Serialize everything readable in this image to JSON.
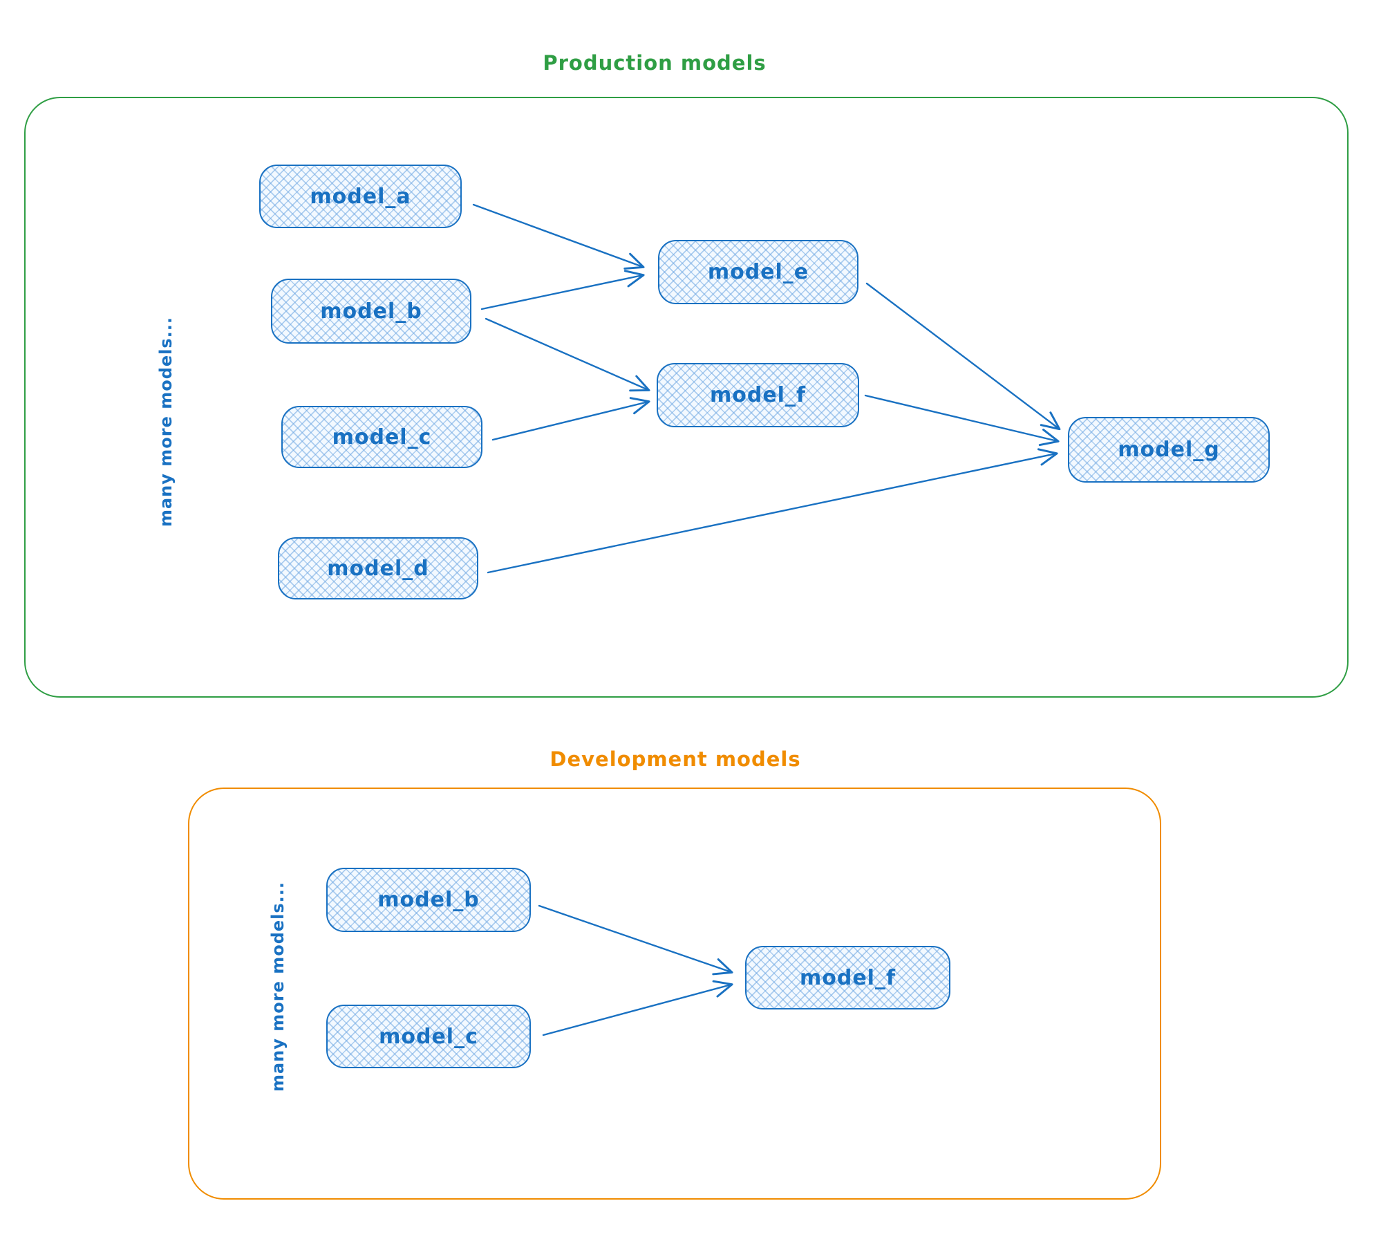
{
  "colors": {
    "node_stroke": "#1971c2",
    "node_fill": "#e7f1fc",
    "arrow": "#1971c2",
    "production_accent": "#2f9e44",
    "development_accent": "#f08c00"
  },
  "production": {
    "title": "Production models",
    "side_label": "many more models...",
    "nodes": [
      {
        "id": "model_a",
        "label": "model_a"
      },
      {
        "id": "model_b",
        "label": "model_b"
      },
      {
        "id": "model_c",
        "label": "model_c"
      },
      {
        "id": "model_d",
        "label": "model_d"
      },
      {
        "id": "model_e",
        "label": "model_e"
      },
      {
        "id": "model_f",
        "label": "model_f"
      },
      {
        "id": "model_g",
        "label": "model_g"
      }
    ],
    "edges": [
      {
        "from": "model_a",
        "to": "model_e"
      },
      {
        "from": "model_b",
        "to": "model_e"
      },
      {
        "from": "model_b",
        "to": "model_f"
      },
      {
        "from": "model_c",
        "to": "model_f"
      },
      {
        "from": "model_e",
        "to": "model_g"
      },
      {
        "from": "model_f",
        "to": "model_g"
      },
      {
        "from": "model_d",
        "to": "model_g"
      }
    ]
  },
  "development": {
    "title": "Development models",
    "side_label": "many more models...",
    "nodes": [
      {
        "id": "model_b",
        "label": "model_b"
      },
      {
        "id": "model_c",
        "label": "model_c"
      },
      {
        "id": "model_f",
        "label": "model_f"
      }
    ],
    "edges": [
      {
        "from": "model_b",
        "to": "model_f"
      },
      {
        "from": "model_c",
        "to": "model_f"
      }
    ]
  }
}
